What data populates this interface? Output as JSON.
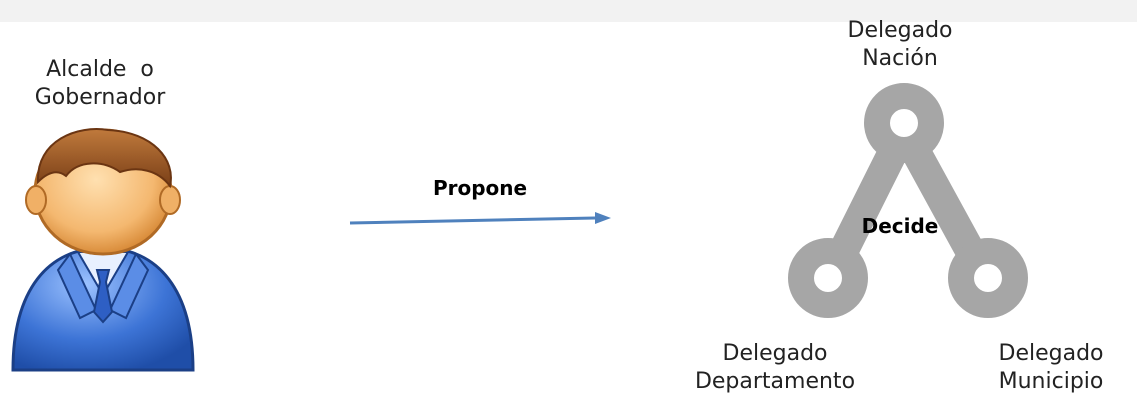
{
  "left_actor": {
    "line1": "Alcalde  o",
    "line2": "Gobernador",
    "icon": "person-avatar-icon"
  },
  "relation": {
    "label": "Propone",
    "icon": "arrow-right-icon"
  },
  "decision_group": {
    "label": "Decide",
    "icon": "network-icon",
    "top": {
      "line1": "Delegado",
      "line2": "Nación"
    },
    "bottom_left": {
      "line1": "Delegado",
      "line2": "Departamento"
    },
    "bottom_right": {
      "line1": "Delegado",
      "line2": "Municipio"
    }
  },
  "colors": {
    "arrow": "#4f81bd",
    "network": "#a6a6a6",
    "shirt": "#3a6fd0",
    "skin": "#f5c07a",
    "hair": "#9a5a2a"
  }
}
